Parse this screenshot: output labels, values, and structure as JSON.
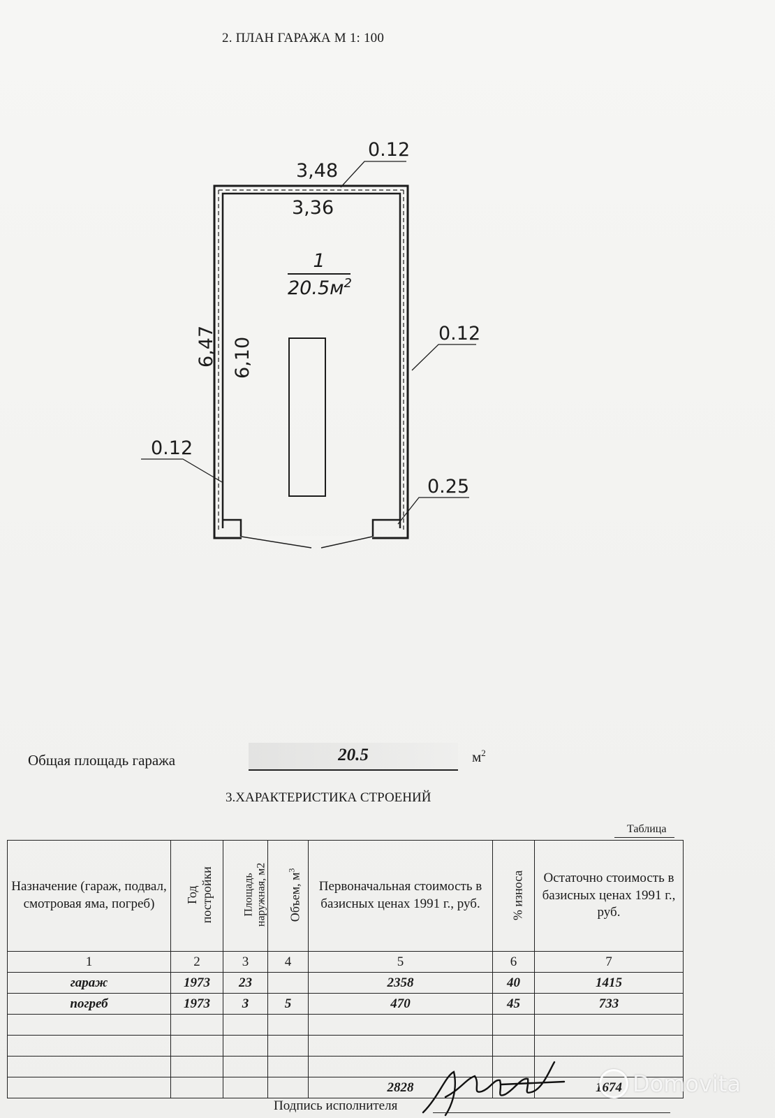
{
  "plan": {
    "title": "2. ПЛАН ГАРАЖА  М 1: 100",
    "dims": {
      "outer_width": "3,48",
      "inner_width": "3,36",
      "outer_length": "6,47",
      "inner_length": "6,10",
      "wall_top": "0.12",
      "wall_right": "0.12",
      "wall_left": "0.12",
      "pier": "0.25"
    },
    "room_number": "1",
    "room_area": "20.5м",
    "room_area_exp": "2"
  },
  "total": {
    "label": "Общая площадь гаража",
    "value": "20.5",
    "unit": "м",
    "unit_exp": "2"
  },
  "section": {
    "title": "3.ХАРАКТЕРИСТИКА СТРОЕНИЙ",
    "caption": "Таблица"
  },
  "table": {
    "headers": {
      "purpose": "Назначение (гараж, подвал, смотровая яма, погреб)",
      "year_l1": "Год",
      "year_l2": "постройки",
      "area_l1": "Площадь",
      "area_l2": "наружная, м2",
      "volume": "Объем, м",
      "volume_exp": "3",
      "initial": "Первоначальная стоимость в базисных ценах 1991 г., руб.",
      "wear": "% износа",
      "residual": "Остаточно стоимость в базисных ценах 1991 г., руб."
    },
    "index": [
      "1",
      "2",
      "3",
      "4",
      "5",
      "6",
      "7"
    ],
    "rows": [
      [
        "гараж",
        "1973",
        "23",
        "",
        "2358",
        "40",
        "1415"
      ],
      [
        "погреб",
        "1973",
        "3",
        "5",
        "470",
        "45",
        "733"
      ]
    ],
    "totals": {
      "initial": "2828",
      "residual": "1674"
    }
  },
  "signature": {
    "label": "Подпись исполнителя"
  },
  "watermark": {
    "text": "Domovita"
  },
  "colors": {
    "ink": "#1c1c1c",
    "paper": "#f4f4f2"
  }
}
